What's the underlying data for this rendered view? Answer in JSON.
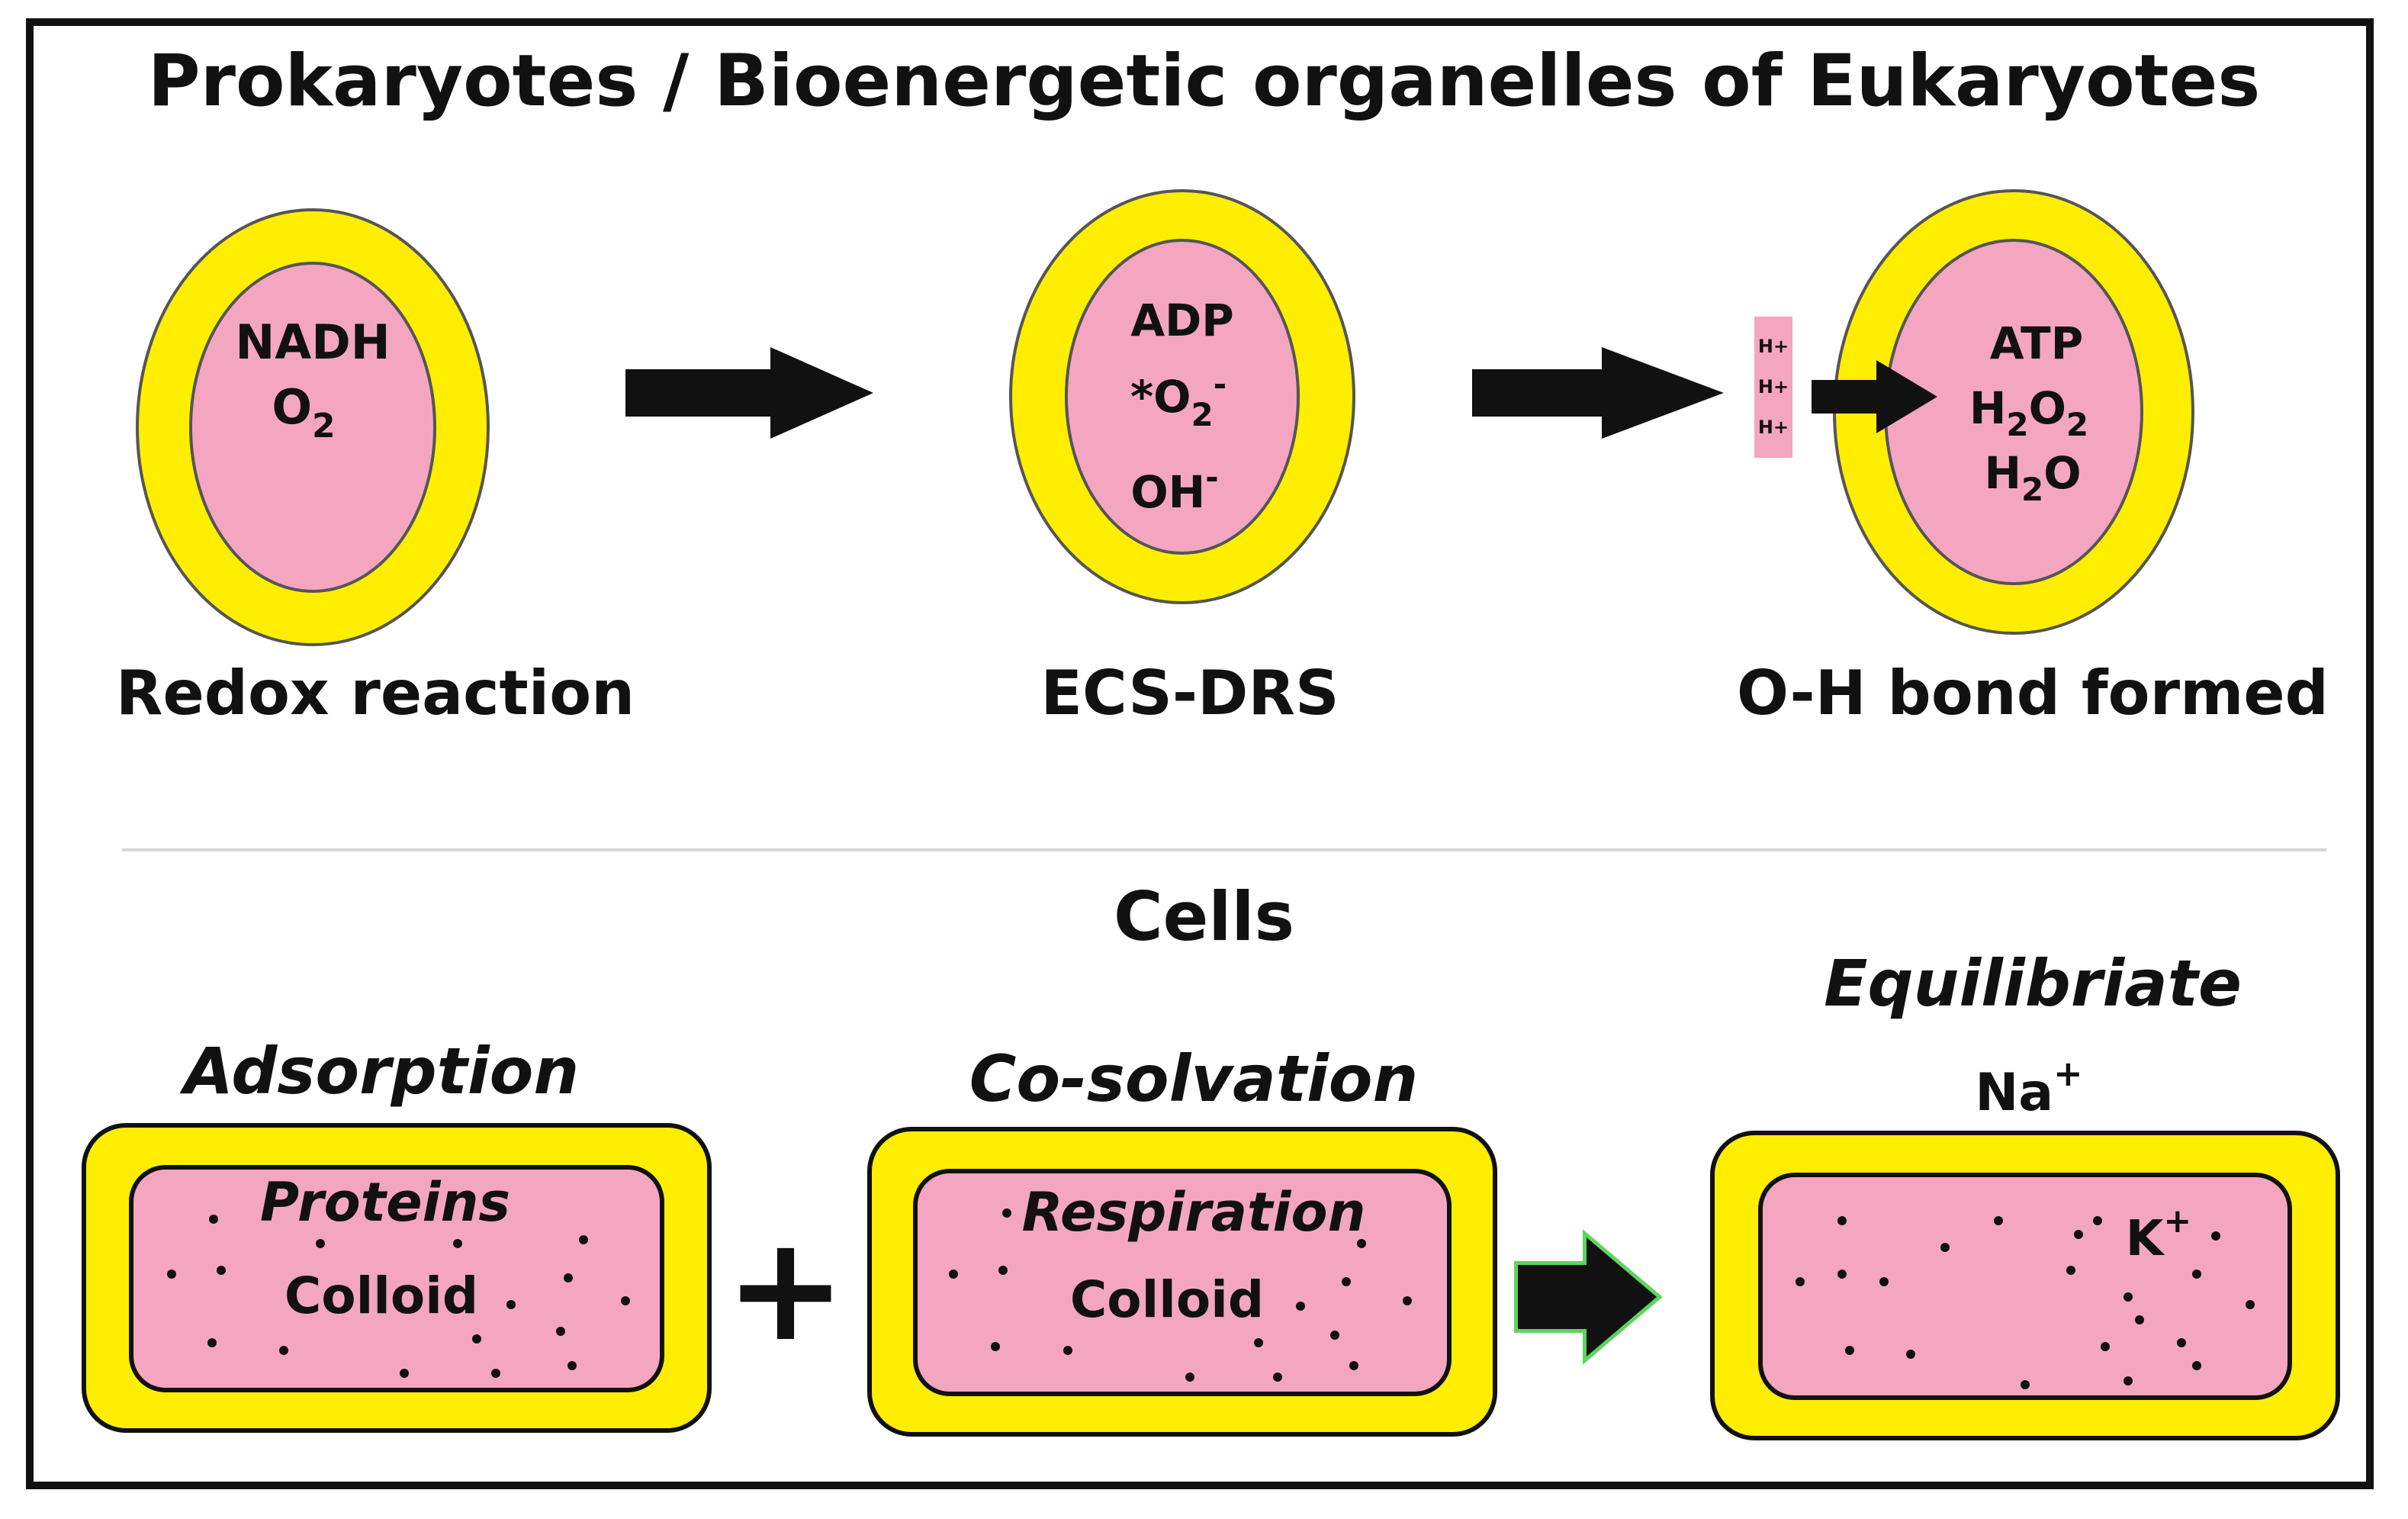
{
  "title": "Prokaryotes / Bioenergetic organelles of Eukaryotes",
  "top_row": {
    "cells": [
      {
        "label": "Redox reaction",
        "contents": [
          "NADH",
          "O2"
        ]
      },
      {
        "label": "ECS-DRS",
        "contents": [
          "ADP",
          "*O2-",
          "OH-"
        ]
      },
      {
        "label": "O-H bond formed",
        "contents": [
          "ATP",
          "H2O2",
          "H2O"
        ]
      }
    ],
    "ion_marker": [
      "H+",
      "H+",
      "H+"
    ]
  },
  "bottom_section": {
    "title": "Cells",
    "cells": [
      {
        "heading": "Adsorption",
        "line1": "Proteins",
        "line2": "Colloid"
      },
      {
        "heading": "Co-solvation",
        "line1": "Respiration",
        "line2": "Colloid"
      },
      {
        "heading": "Equilibriate",
        "ion_outside": "Na",
        "ion_outside_charge": "+",
        "ion_inside": "K",
        "ion_inside_charge": "+"
      }
    ],
    "operator": "+"
  },
  "colors": {
    "membrane": "#ffee00",
    "cytoplasm": "#f4a6c0",
    "outline": "#444444",
    "arrow": "#111111",
    "arrow_glow": "#5fd35f"
  }
}
